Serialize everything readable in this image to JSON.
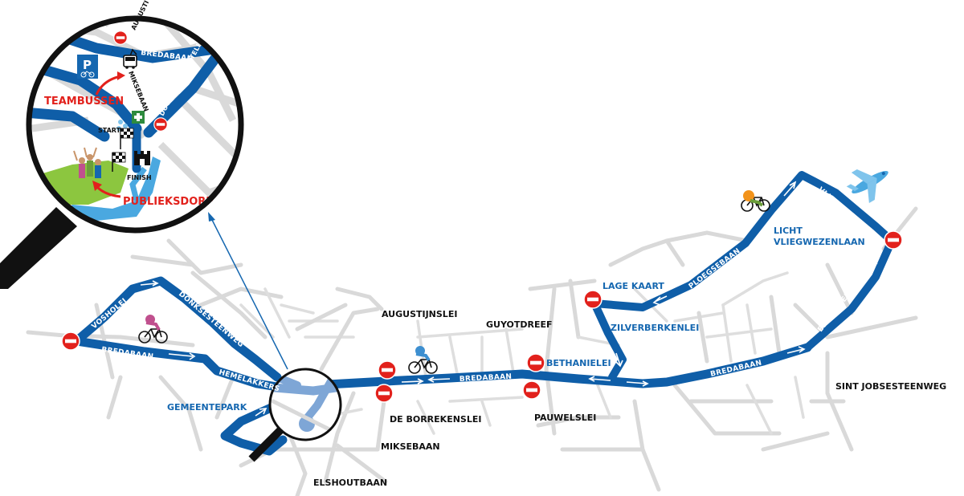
{
  "colors": {
    "route": "#0f5ea8",
    "route_light": "#7ea6d6",
    "streets": "#d9d9d9",
    "label_blue": "#1567b0",
    "noentry_red": "#e2211c",
    "callout_red": "#e2211c",
    "park_green": "#8cc63f",
    "water_blue": "#4aa8e0",
    "magnifier_handle": "#111111"
  },
  "labels_black": {
    "augustijnslei": "AUGUSTIJNSLEI",
    "guyotdreef": "GUYOTDREEF",
    "de_borrekenslei": "DE BORREKENSLEI",
    "pauwelslei": "PAUWELSLEI",
    "miksebaan": "MIKSEBAAN",
    "elshoutbaan": "ELSHOUTBAAN",
    "sint_jobsesteenweg": "SINT JOBSESTEENWEG"
  },
  "labels_blue": {
    "gemeentepark": "GEMEENTEPARK",
    "bethanielei": "BETHANIELEI",
    "lage_kaart": "LAGE KAART",
    "zilverberkenlei": "ZILVERBERKENLEI",
    "licht_line1": "LICHT",
    "licht_line2": "VLIEGWEZENLAAN"
  },
  "labels_on_route": {
    "vosholei": "VOSHOLEI",
    "donksesteenweg": "DONKSESTEENWEG",
    "bredabaan_west": "BREDABAAN",
    "hemelakkers": "HEMELAKKERS",
    "bredabaan_center": "BREDABAAN",
    "bredabaan_east": "BREDABAAN",
    "ploegsebaan": "PLOEGSEBAAN",
    "vliegveldlaan": "VLIEGVELDLAAN",
    "essensteenweg": "ESSENSTEENWEG"
  },
  "inset": {
    "bredabaan": "BREDABAAN",
    "augusti": "AUGUSTI",
    "miksebaan": "MIKSEBAAN",
    "door_verstraetelei": "DOOR VERSTRAETELEI",
    "parking_letter": "P",
    "start": "START",
    "finish": "FINISH",
    "teambussen": "TEAMBUSSEN",
    "publieksdorp": "PUBLIEKSDORP"
  },
  "icons": {
    "no_entry": "no-entry-sign-icon",
    "cyclist": "cyclist-icon",
    "airplane": "airplane-icon",
    "parking": "parking-icon",
    "bicycle": "bicycle-icon",
    "bus": "bus-icon",
    "first_aid": "first-aid-icon",
    "checkered_flag": "checkered-flag-icon",
    "castle": "castle-icon",
    "crowd": "crowd-icon",
    "magnifier": "magnifier-icon"
  }
}
